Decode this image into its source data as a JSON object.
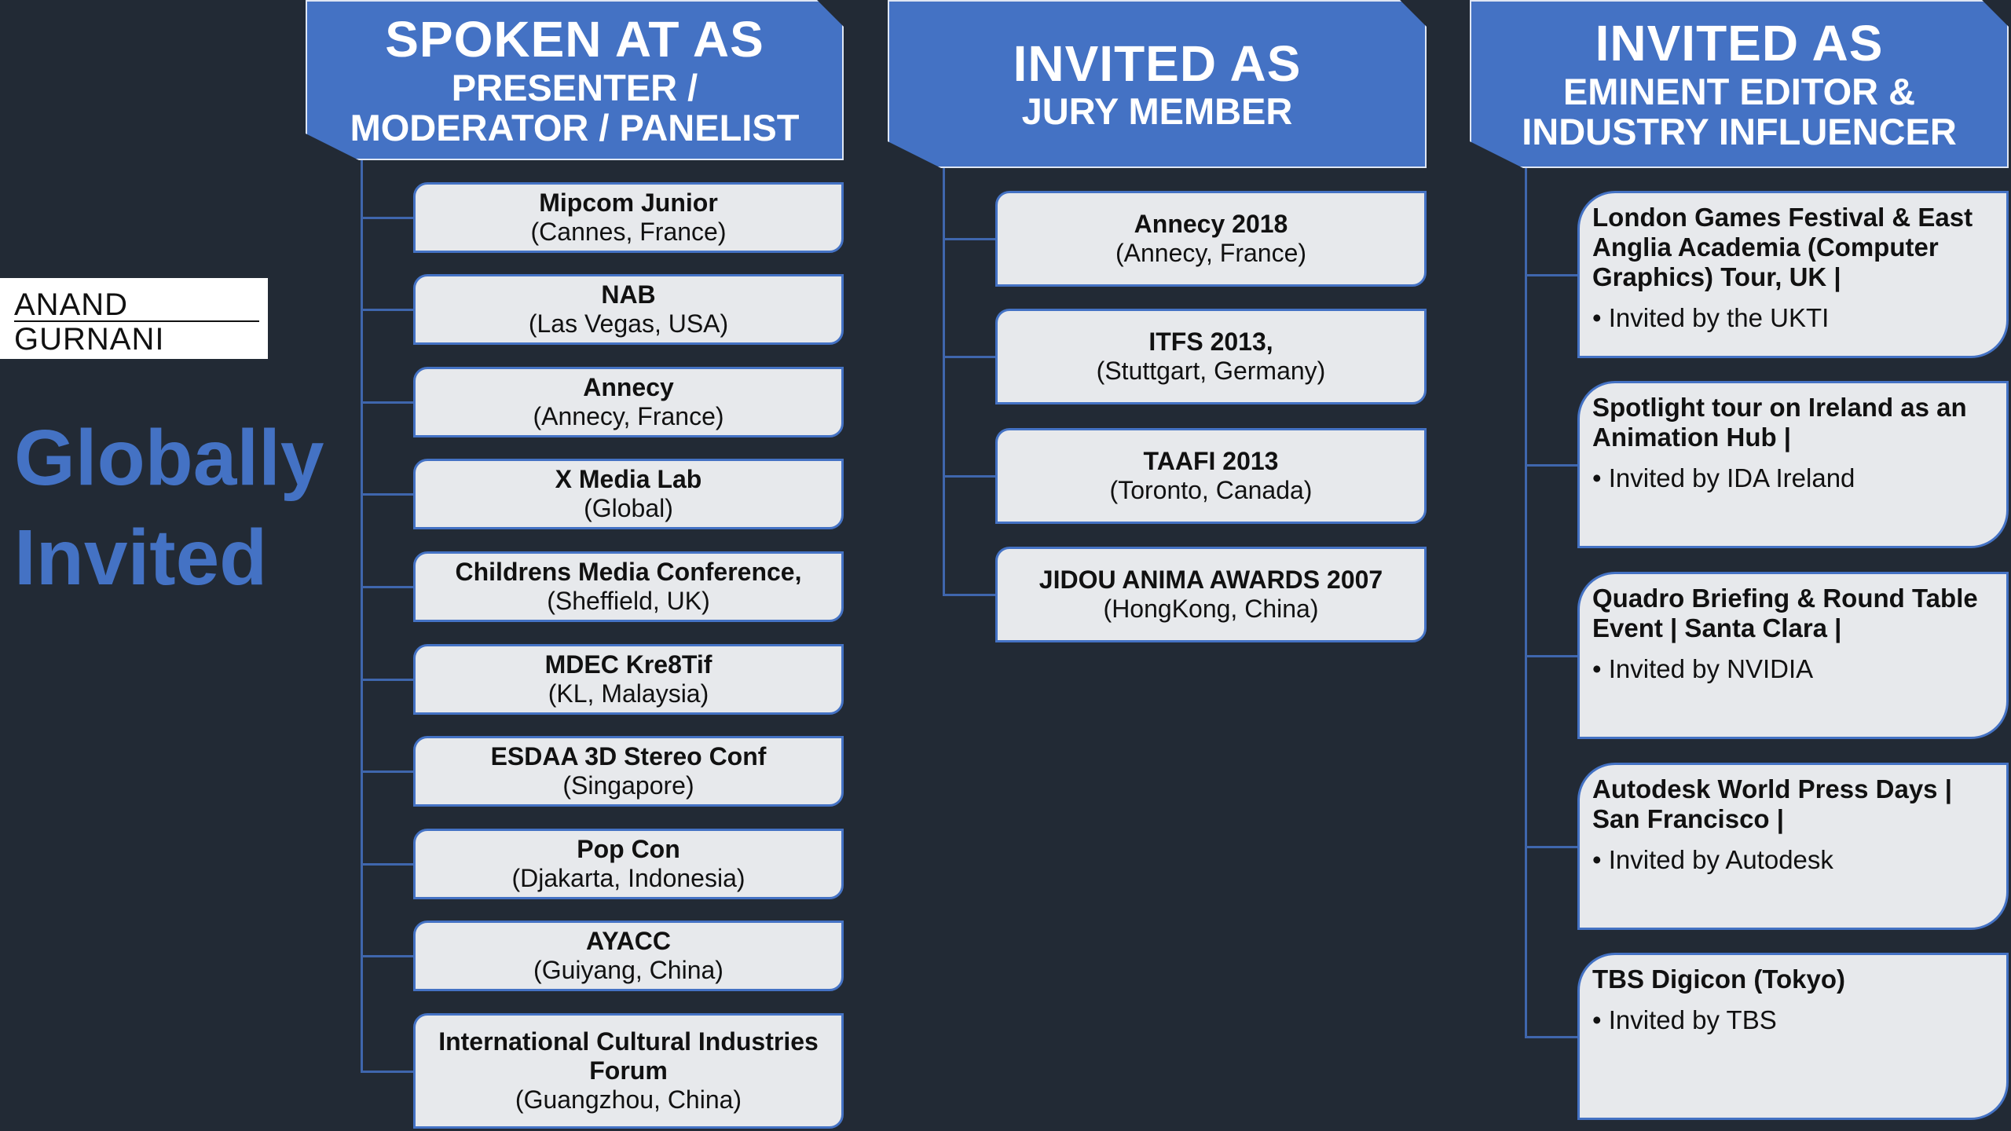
{
  "logo": {
    "line1": "ANAND",
    "line2": "GURNANI"
  },
  "tagline": {
    "line1": "Globally",
    "line2": "Invited"
  },
  "colors": {
    "background": "#222a35",
    "accent": "#4472c4",
    "box": "#e7e9ec"
  },
  "columns": [
    {
      "title": "SPOKEN AT AS",
      "subtitle_lines": [
        "PRESENTER /",
        "MODERATOR / PANELIST"
      ],
      "items": [
        {
          "name": "Mipcom Junior",
          "detail": "(Cannes, France)"
        },
        {
          "name": "NAB",
          "detail": "(Las Vegas, USA)"
        },
        {
          "name": "Annecy",
          "detail": "(Annecy, France)"
        },
        {
          "name": "X Media Lab",
          "detail": "(Global)"
        },
        {
          "name": "Childrens Media Conference,",
          "detail": "(Sheffield, UK)"
        },
        {
          "name": "MDEC Kre8Tif",
          "detail": "(KL, Malaysia)"
        },
        {
          "name": "ESDAA 3D Stereo Conf",
          "detail": "(Singapore)"
        },
        {
          "name": "Pop Con",
          "detail": "(Djakarta, Indonesia)"
        },
        {
          "name": "AYACC",
          "detail": "(Guiyang, China)"
        },
        {
          "name": "International Cultural Industries Forum",
          "detail": "(Guangzhou, China)"
        }
      ]
    },
    {
      "title": "INVITED AS",
      "subtitle_lines": [
        "JURY MEMBER"
      ],
      "items": [
        {
          "name": "Annecy 2018",
          "detail": "(Annecy, France)"
        },
        {
          "name": "ITFS 2013,",
          "detail": "(Stuttgart, Germany)"
        },
        {
          "name": "TAAFI 2013",
          "detail": "(Toronto, Canada)"
        },
        {
          "name": "JIDOU ANIMA AWARDS 2007",
          "detail": "(HongKong, China)"
        }
      ]
    },
    {
      "title": "INVITED AS",
      "subtitle_lines": [
        "EMINENT EDITOR &",
        "INDUSTRY INFLUENCER"
      ],
      "items": [
        {
          "name": "London Games Festival & East Anglia Academia (Computer Graphics) Tour, UK |",
          "detail": "• Invited by the UKTI"
        },
        {
          "name": "Spotlight tour on Ireland as an Animation Hub |",
          "detail": "• Invited by IDA Ireland"
        },
        {
          "name": "Quadro Briefing & Round Table Event | Santa Clara |",
          "detail": "• Invited by NVIDIA"
        },
        {
          "name": "Autodesk World Press Days | San Francisco |",
          "detail": "• Invited by Autodesk"
        },
        {
          "name": "TBS Digicon (Tokyo)",
          "detail": "• Invited by TBS"
        }
      ]
    }
  ]
}
